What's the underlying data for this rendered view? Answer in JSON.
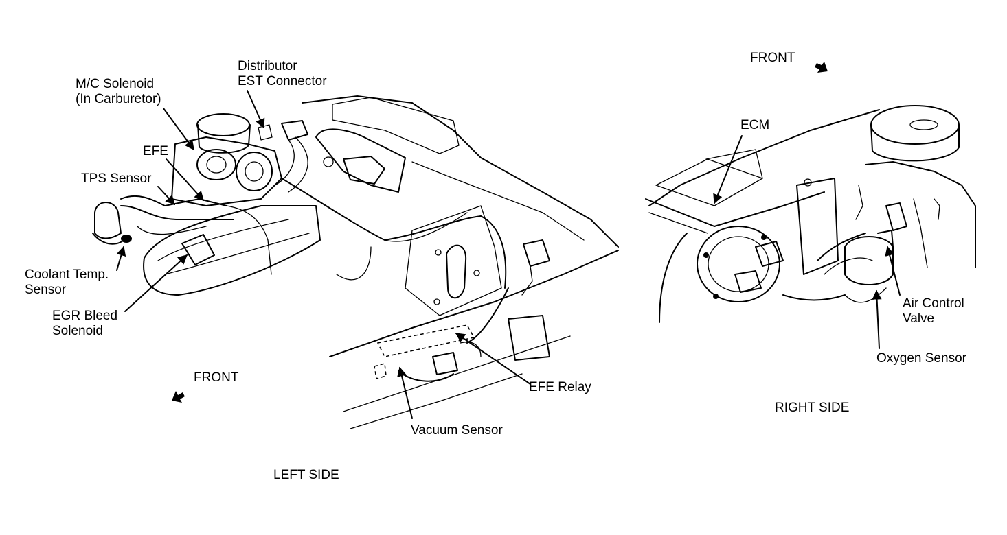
{
  "labels": {
    "mc_solenoid": [
      "M/C Solenoid",
      "(In Carburetor)"
    ],
    "distributor": [
      "Distributor",
      "EST Connector"
    ],
    "efe": "EFE",
    "tps_sensor": "TPS Sensor",
    "coolant_temp": [
      "Coolant Temp.",
      "Sensor"
    ],
    "egr_bleed": [
      "EGR Bleed",
      "Solenoid"
    ],
    "front_left": "FRONT",
    "efe_relay": "EFE Relay",
    "vacuum_sensor": "Vacuum Sensor",
    "left_side": "LEFT SIDE",
    "front_right": "FRONT",
    "ecm": "ECM",
    "air_control": [
      "Air Control",
      "Valve"
    ],
    "oxygen_sensor": "Oxygen Sensor",
    "right_side": "RIGHT SIDE"
  },
  "icons": {
    "front_left_arrow": "front-arrow-icon",
    "front_right_arrow": "front-arrow-icon"
  }
}
